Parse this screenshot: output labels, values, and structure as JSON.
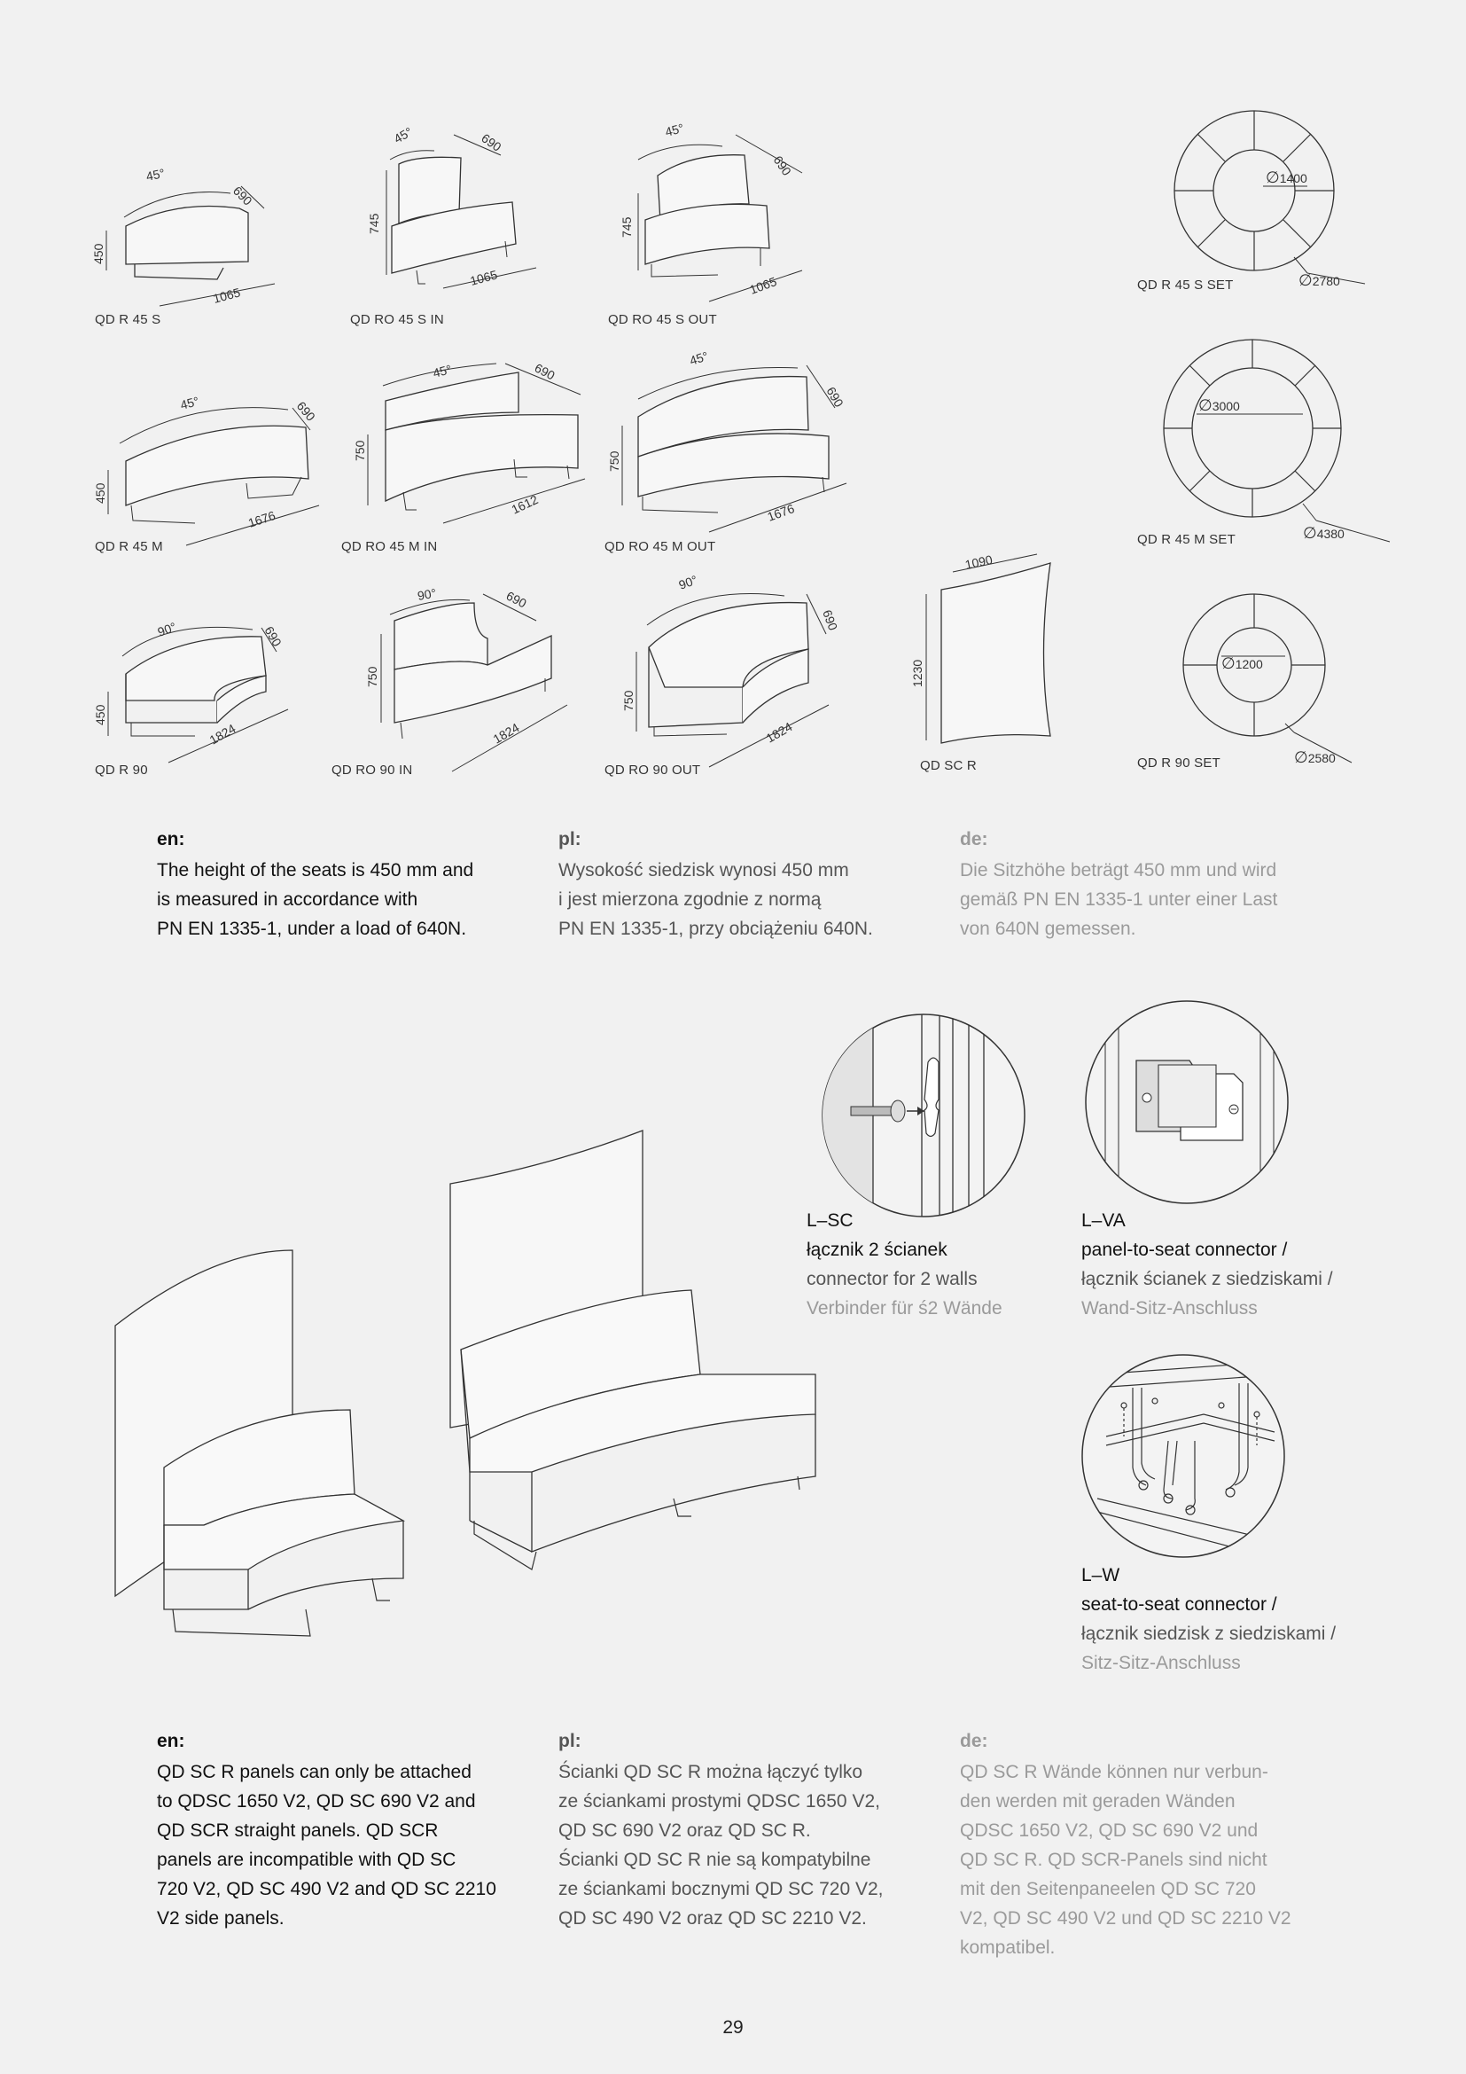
{
  "products": {
    "qd_r_45_s": {
      "label": "QD R 45 S",
      "angle": "45°",
      "depth": "690",
      "height": "450",
      "length": "1065"
    },
    "qd_ro_45_s_in": {
      "label": "QD RO 45 S IN",
      "angle": "45°",
      "depth": "690",
      "height": "745",
      "length": "1065"
    },
    "qd_ro_45_s_out": {
      "label": "QD RO 45 S OUT",
      "angle": "45°",
      "depth": "690",
      "height": "745",
      "length": "1065"
    },
    "qd_r_45_s_set": {
      "label": "QD R 45 S SET",
      "inner": "1400",
      "outer": "2780"
    },
    "qd_r_45_m": {
      "label": "QD R 45 M",
      "angle": "45°",
      "depth": "690",
      "height": "450",
      "length": "1676"
    },
    "qd_ro_45_m_in": {
      "label": "QD RO 45 M IN",
      "angle": "45°",
      "depth": "690",
      "height": "750",
      "length": "1612"
    },
    "qd_ro_45_m_out": {
      "label": "QD RO 45 M OUT",
      "angle": "45°",
      "depth": "690",
      "height": "750",
      "length": "1676"
    },
    "qd_r_45_m_set": {
      "label": "QD R 45 M SET",
      "inner": "3000",
      "outer": "4380"
    },
    "qd_r_90": {
      "label": "QD R 90",
      "angle": "90°",
      "depth": "690",
      "height": "450",
      "length": "1824"
    },
    "qd_ro_90_in": {
      "label": "QD RO 90 IN",
      "angle": "90°",
      "depth": "690",
      "height": "750",
      "length": "1824"
    },
    "qd_ro_90_out": {
      "label": "QD RO 90 OUT",
      "angle": "90°",
      "depth": "690",
      "height": "750",
      "length": "1824"
    },
    "qd_sc_r": {
      "label": "QD SC R",
      "width": "1090",
      "height": "1230"
    },
    "qd_r_90_set": {
      "label": "QD R 90 SET",
      "inner": "1200",
      "outer": "2580"
    },
    "diameter_symbol": "∅"
  },
  "seat_height_note": {
    "en": {
      "head": "en:",
      "text": "The height of the seats is 450 mm and\nis measured in accordance with\nPN EN 1335-1, under a load of 640N."
    },
    "pl": {
      "head": "pl:",
      "text": "Wysokość siedzisk wynosi 450 mm\ni jest mierzona zgodnie z normą\nPN EN 1335-1, przy obciążeniu 640N."
    },
    "de": {
      "head": "de:",
      "text": "Die Sitzhöhe beträgt 450 mm und wird\ngemäß PN EN 1335-1 unter einer Last\nvon 640N gemessen."
    }
  },
  "connectors": {
    "l_sc": {
      "code": "L–SC",
      "pl": "łącznik 2 ścianek",
      "en": "connector for 2 walls",
      "de": "Verbinder für ś2 Wände"
    },
    "l_va": {
      "code": "L–VA",
      "en": "panel-to-seat connector /",
      "pl": "łącznik ścianek z siedziskami /",
      "de": "Wand-Sitz-Anschluss"
    },
    "l_w": {
      "code": "L–W",
      "en": "seat-to-seat connector /",
      "pl": "łącznik siedzisk z siedziskami /",
      "de": "Sitz-Sitz-Anschluss"
    }
  },
  "panel_note": {
    "en": {
      "head": "en:",
      "text": "QD SC R panels can only be attached\nto QDSC 1650 V2, QD SC 690 V2 and\nQD SCR straight panels. QD SCR\npanels are incompatible with QD SC\n720 V2, QD SC 490 V2 and QD SC 2210\nV2 side panels."
    },
    "pl": {
      "head": "pl:",
      "text": "Ścianki QD SC R można łączyć tylko\nze ściankami prostymi QDSC 1650 V2,\nQD SC 690 V2 oraz QD SC R.\nŚcianki QD SC R nie są kompatybilne\nze ściankami bocznymi QD SC 720 V2,\nQD SC 490 V2 oraz QD SC 2210 V2."
    },
    "de": {
      "head": "de:",
      "text": "QD SC R Wände können nur verbun-\nden werden mit geraden Wänden\nQDSC 1650 V2, QD SC 690 V2 und\nQD SC R. QD SCR-Panels sind nicht\nmit den Seitenpaneelen QD SC 720\nV2, QD SC 490 V2 und QD SC 2210 V2\nkompatibel."
    }
  },
  "page_number": "29"
}
